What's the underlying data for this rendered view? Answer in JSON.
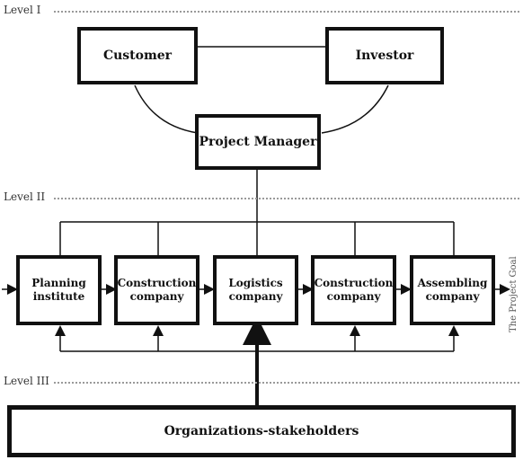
{
  "levels": {
    "level1": "Level I",
    "level2": "Level II",
    "level3": "Level III"
  },
  "nodes": {
    "customer": "Customer",
    "investor": "Investor",
    "project_manager": "Project Manager",
    "companies": [
      {
        "line1": "Planning",
        "line2": "institute"
      },
      {
        "line1": "Construction",
        "line2": "company"
      },
      {
        "line1": "Logistics",
        "line2": "company"
      },
      {
        "line1": "Construction",
        "line2": "company"
      },
      {
        "line1": "Assembling",
        "line2": "company"
      }
    ],
    "stakeholders": "Organizations-stakeholders"
  },
  "side_label": "The Project Goal"
}
